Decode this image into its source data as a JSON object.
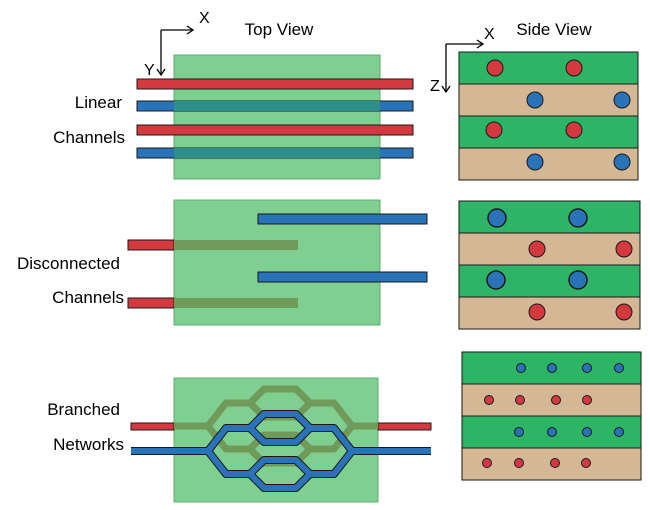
{
  "headers": {
    "top_view": "Top View",
    "side_view": "Side View"
  },
  "axes": {
    "top": {
      "x": "X",
      "y": "Y"
    },
    "side": {
      "x": "X",
      "z": "Z"
    }
  },
  "rows": [
    {
      "label_line1": "Linear",
      "label_line2": "Channels"
    },
    {
      "label_line1": "Disconnected",
      "label_line2": "Channels"
    },
    {
      "label_line1": "Branched",
      "label_line2": "Networks"
    }
  ],
  "colors": {
    "green_layer": "#2db466",
    "tan_layer": "#d4b896",
    "top_block": "#7fcf91",
    "red_channel": "#d3393e",
    "blue_channel": "#2a73b8",
    "dim_channel": "#6f9a5a",
    "dim_blue": "#2d8f88",
    "outline": "#1a1a1a"
  }
}
